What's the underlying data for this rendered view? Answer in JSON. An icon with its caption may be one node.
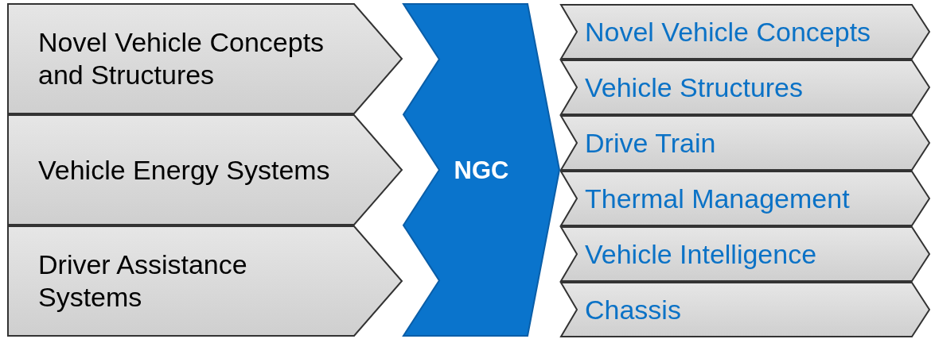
{
  "diagram": {
    "nodes": [
      {
        "text": [
          "Novel Vehicle Concepts and Structures"
        ]
      },
      {
        "text": [
          "Vehicle Energy Systems"
        ]
      },
      {
        "text": [
          "Driver Assistance Systems"
        ]
      },
      {
        "text": [
          "NGC"
        ]
      },
      {
        "text": [
          "Novel Vehicle Concepts"
        ]
      },
      {
        "text": [
          "Vehicle Structures"
        ]
      },
      {
        "text": [
          "Drive Train"
        ]
      },
      {
        "text": [
          "Thermal Management"
        ]
      },
      {
        "text": [
          "Vehicle Intelligence"
        ]
      },
      {
        "text": [
          "Chassis"
        ]
      }
    ]
  }
}
